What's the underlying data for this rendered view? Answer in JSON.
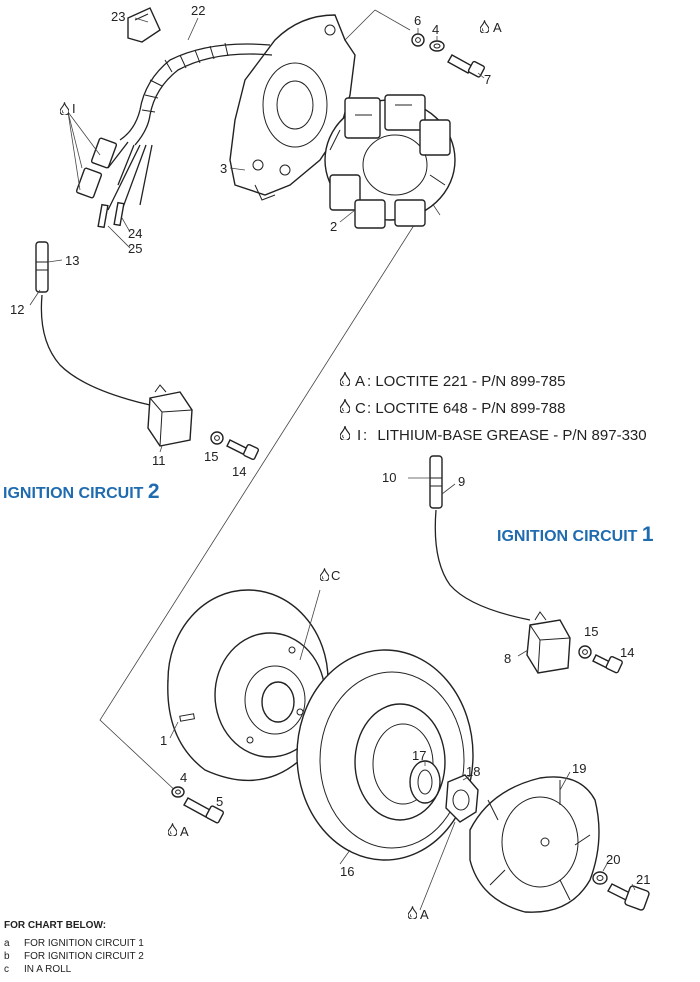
{
  "legend": [
    {
      "symbol": "A",
      "text": "LOCTITE 221 - P/N 899-785"
    },
    {
      "symbol": "C",
      "text": "LOCTITE 648 - P/N 899-788"
    },
    {
      "symbol": "I",
      "text": "LITHIUM-BASE GREASE - P/N 897-330"
    }
  ],
  "circuits": {
    "circuit2": {
      "label": "IGNITION CIRCUIT",
      "number": "2"
    },
    "circuit1": {
      "label": "IGNITION CIRCUIT",
      "number": "1"
    }
  },
  "callouts": {
    "c1": "1",
    "c2": "2",
    "c3": "3",
    "c4a": "4",
    "c4b": "4",
    "c5": "5",
    "c6": "6",
    "c7": "7",
    "c8": "8",
    "c9": "9",
    "c10": "10",
    "c11": "11",
    "c12": "12",
    "c13": "13",
    "c14a": "14",
    "c14b": "14",
    "c15a": "15",
    "c15b": "15",
    "c16": "16",
    "c17": "17",
    "c18": "18",
    "c19": "19",
    "c20": "20",
    "c21": "21",
    "c22": "22",
    "c23": "23",
    "c24": "24",
    "c25": "25"
  },
  "lubricant_marks": {
    "top_a": "A",
    "top_i": "I",
    "flywheel_c": "C",
    "bolt5_a": "A",
    "nut_a": "A"
  },
  "notes": {
    "title": "FOR CHART BELOW:",
    "items": [
      {
        "key": "a",
        "text": "FOR IGNITION CIRCUIT 1"
      },
      {
        "key": "b",
        "text": "FOR IGNITION CIRCUIT 2"
      },
      {
        "key": "c",
        "text": "IN A ROLL"
      }
    ]
  }
}
